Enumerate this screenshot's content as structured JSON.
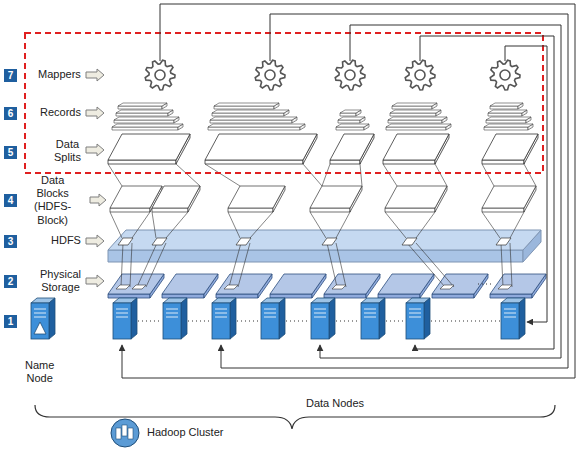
{
  "diagram": {
    "labels": [
      "7",
      "Mappers",
      "6",
      "Records",
      "5",
      "Data Splits",
      "4",
      "Data Blocks (HDFS-Block)",
      "3",
      "HDFS",
      "2",
      "Physical Storage",
      "1",
      "Name Node",
      "Data Nodes",
      "Hadoop Cluster"
    ]
  }
}
